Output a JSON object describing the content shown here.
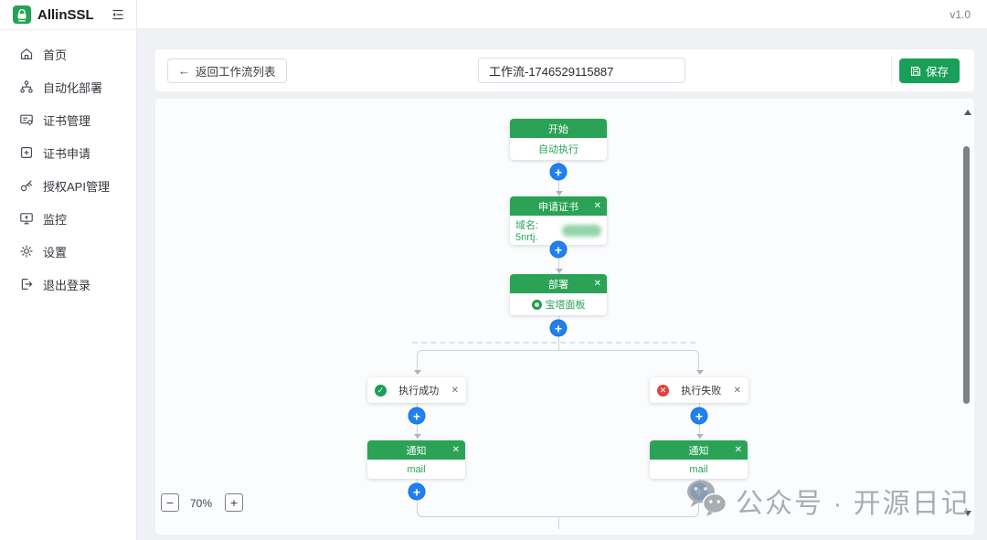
{
  "app": {
    "name": "AllinSSL",
    "version": "v1.0"
  },
  "sidebar": {
    "items": [
      {
        "id": "home",
        "label": "首页"
      },
      {
        "id": "auto-deploy",
        "label": "自动化部署"
      },
      {
        "id": "cert-manage",
        "label": "证书管理"
      },
      {
        "id": "cert-apply",
        "label": "证书申请"
      },
      {
        "id": "api-manage",
        "label": "授权API管理"
      },
      {
        "id": "monitor",
        "label": "监控"
      },
      {
        "id": "settings",
        "label": "设置"
      },
      {
        "id": "logout",
        "label": "退出登录"
      }
    ]
  },
  "toolbar": {
    "back_label": "返回工作流列表",
    "workflow_name": "工作流-1746529115887",
    "save_label": "保存"
  },
  "flow": {
    "zoom_level": "70%",
    "start": {
      "title": "开始",
      "body": "自动执行"
    },
    "apply": {
      "title": "申请证书",
      "domain_label": "域名: 5nrtj.",
      "close": "✕"
    },
    "deploy": {
      "title": "部署",
      "provider": "宝塔面板",
      "close": "✕"
    },
    "branch_success": {
      "label": "执行成功",
      "icon": "check-circle",
      "close": "✕"
    },
    "branch_fail": {
      "label": "执行失败",
      "icon": "error-circle",
      "close": "✕"
    },
    "notify_success": {
      "title": "通知",
      "channel": "mail",
      "close": "✕"
    },
    "notify_fail": {
      "title": "通知",
      "channel": "mail",
      "close": "✕"
    }
  },
  "watermark": {
    "text": "公众号 · 开源日记"
  },
  "colors": {
    "node_green": "#2aa356",
    "save_green": "#18a058",
    "plus_blue": "#2080f0",
    "fail_red": "#e04141",
    "line_gray": "#cdd1d8"
  }
}
